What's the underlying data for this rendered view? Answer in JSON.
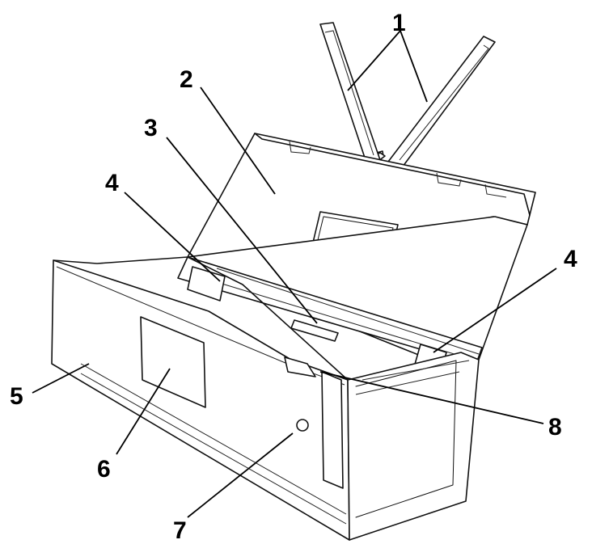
{
  "callouts": [
    {
      "id": "c1",
      "text": "1"
    },
    {
      "id": "c2",
      "text": "2"
    },
    {
      "id": "c3",
      "text": "3"
    },
    {
      "id": "c4a",
      "text": "4"
    },
    {
      "id": "c4b",
      "text": "4"
    },
    {
      "id": "c5",
      "text": "5"
    },
    {
      "id": "c6",
      "text": "6"
    },
    {
      "id": "c7",
      "text": "7"
    },
    {
      "id": "c8",
      "text": "8"
    }
  ]
}
